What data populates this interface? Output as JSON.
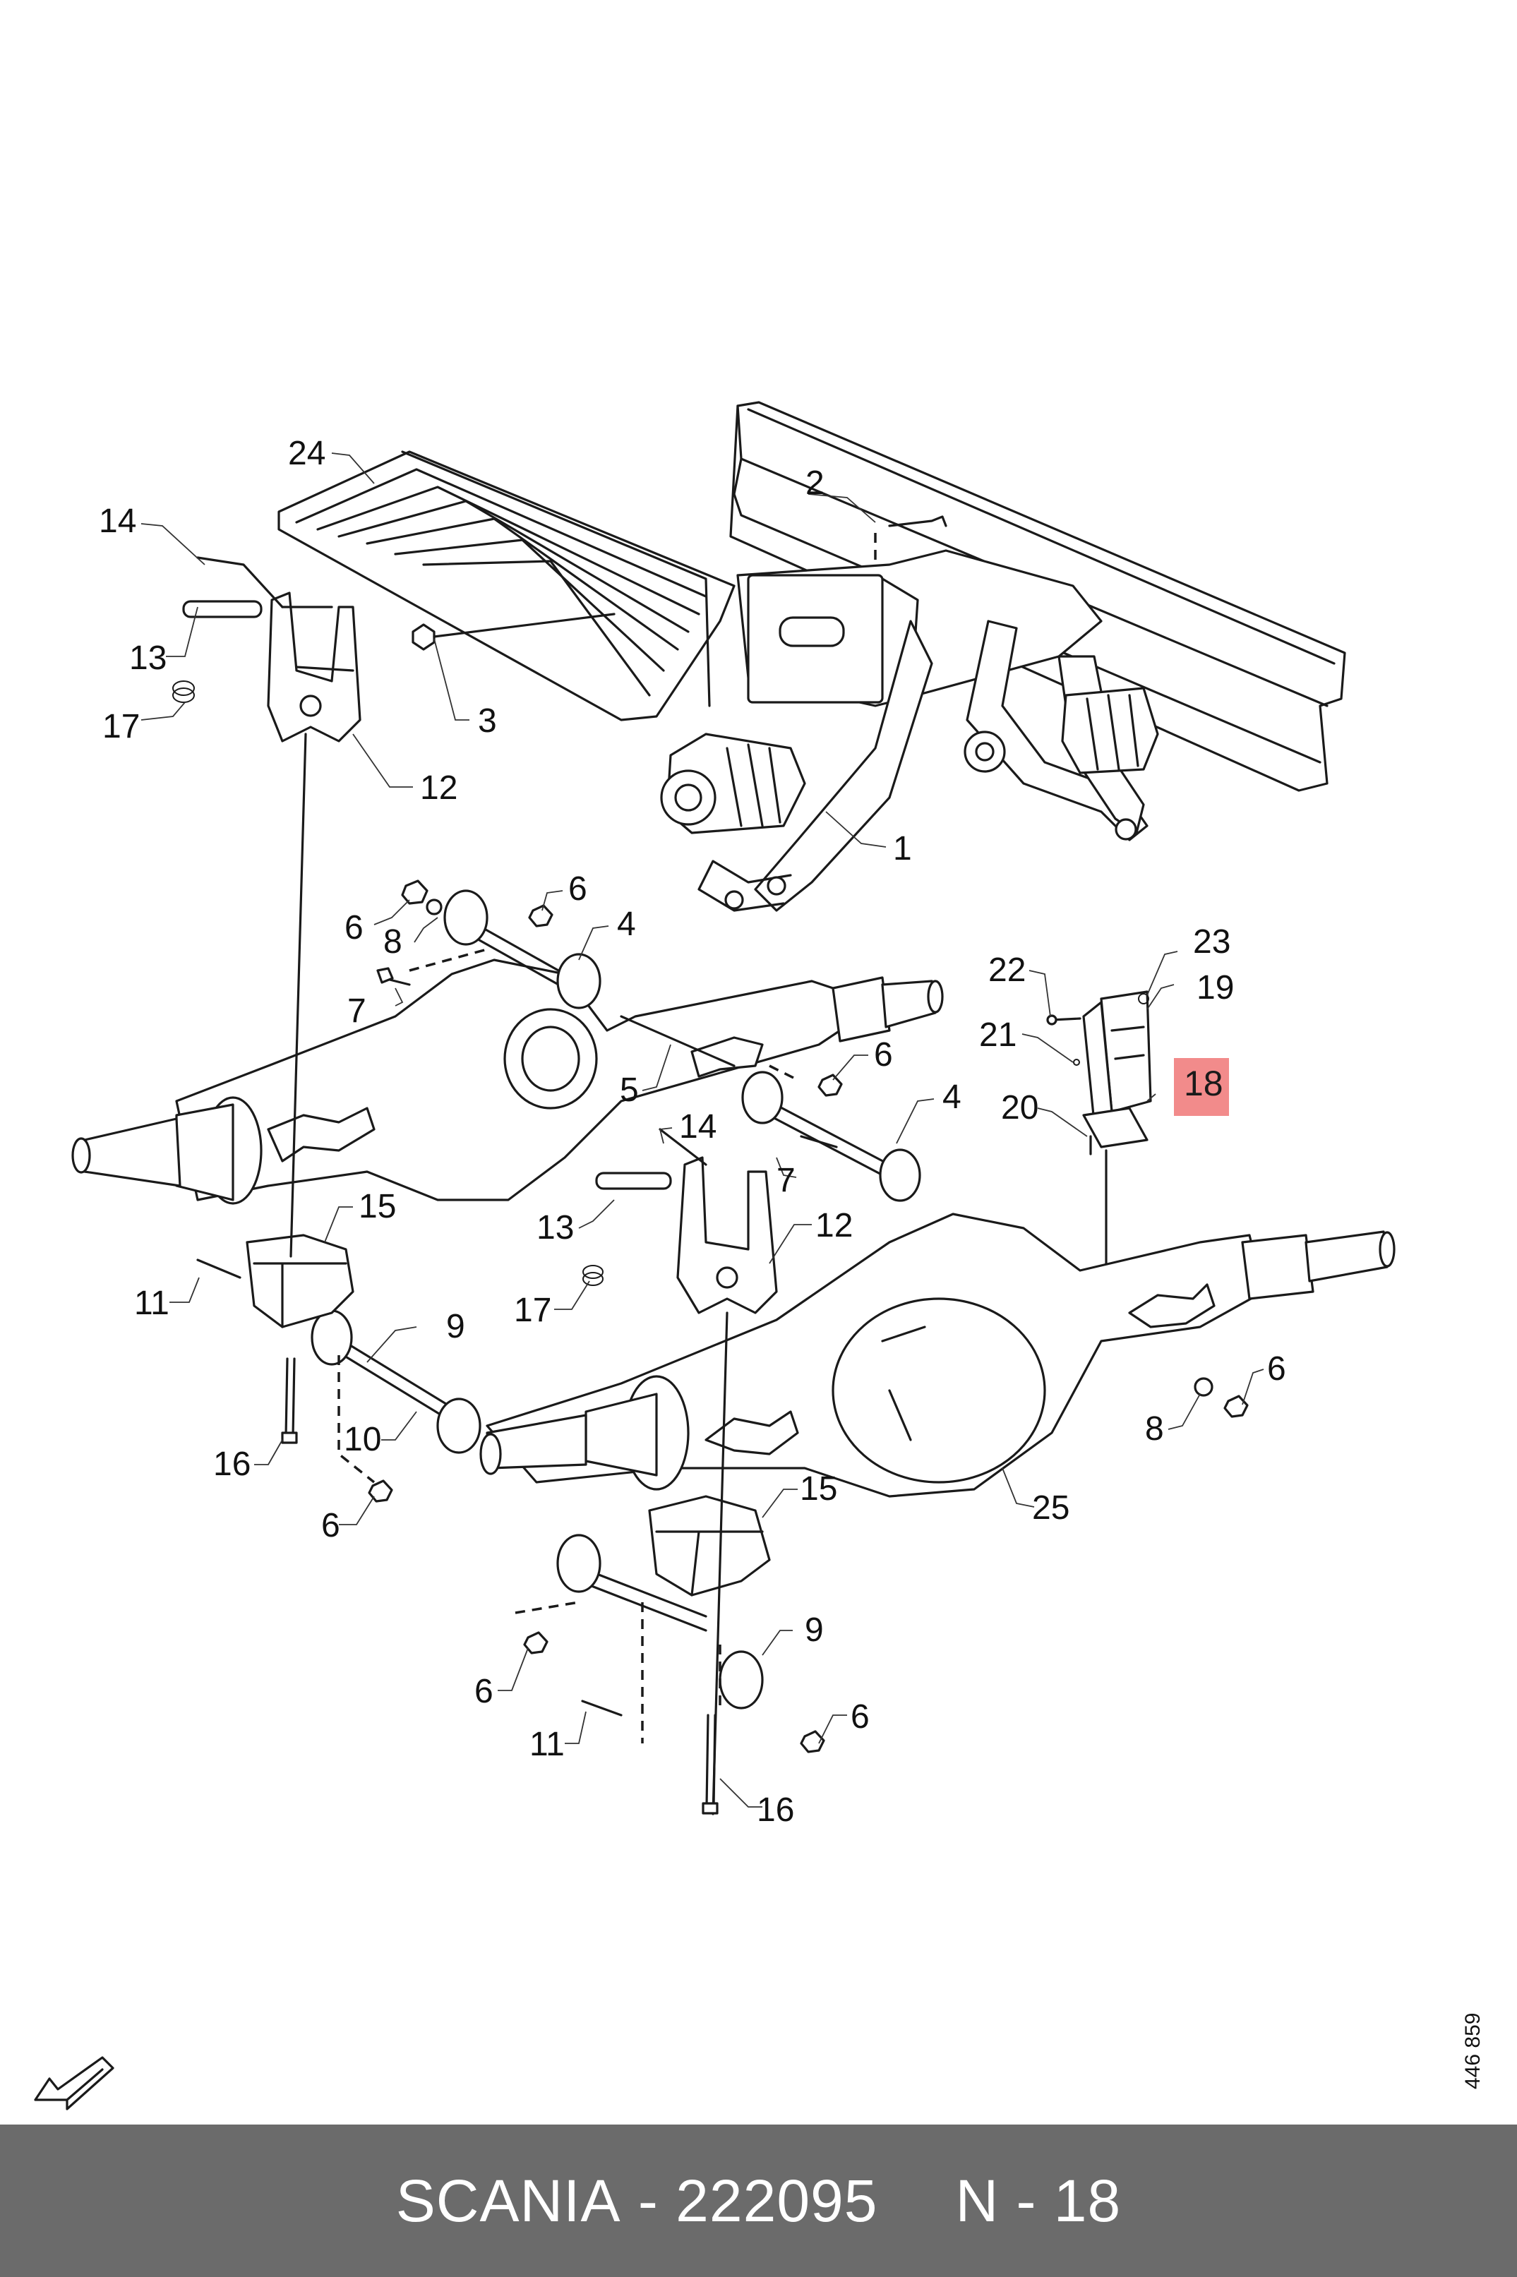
{
  "labels": {
    "l24": "24",
    "l14a": "14",
    "l13a": "13",
    "l17a": "17",
    "l12a": "12",
    "l3": "3",
    "l2": "2",
    "l1": "1",
    "l6a": "6",
    "l8a": "8",
    "l6b": "6",
    "l4a": "4",
    "l7a": "7",
    "l5": "5",
    "l6c": "6",
    "l4b": "4",
    "l14b": "14",
    "l7b": "7",
    "l13b": "13",
    "l12b": "12",
    "l17b": "17",
    "l15a": "15",
    "l11a": "11",
    "l9a": "9",
    "l10": "10",
    "l16a": "16",
    "l6d": "6",
    "l25": "25",
    "l15b": "15",
    "l9b": "9",
    "l6e": "6",
    "l6f": "6",
    "l11b": "11",
    "l16b": "16",
    "l22": "22",
    "l23": "23",
    "l19": "19",
    "l21": "21",
    "l18": "18",
    "l20": "20",
    "l8b": "8",
    "l6g": "6"
  },
  "highlighted_part": "18",
  "colors": {
    "highlight": "#f28b8b",
    "footer_bg": "#6b6b6b",
    "line": "#1a1a1a"
  },
  "drawing_number": "446 859",
  "direction_icon": "front-arrow-icon",
  "footer": {
    "brand": "SCANIA",
    "separator": " - ",
    "part_number": "222095",
    "diagram_ref": "N - 18"
  }
}
